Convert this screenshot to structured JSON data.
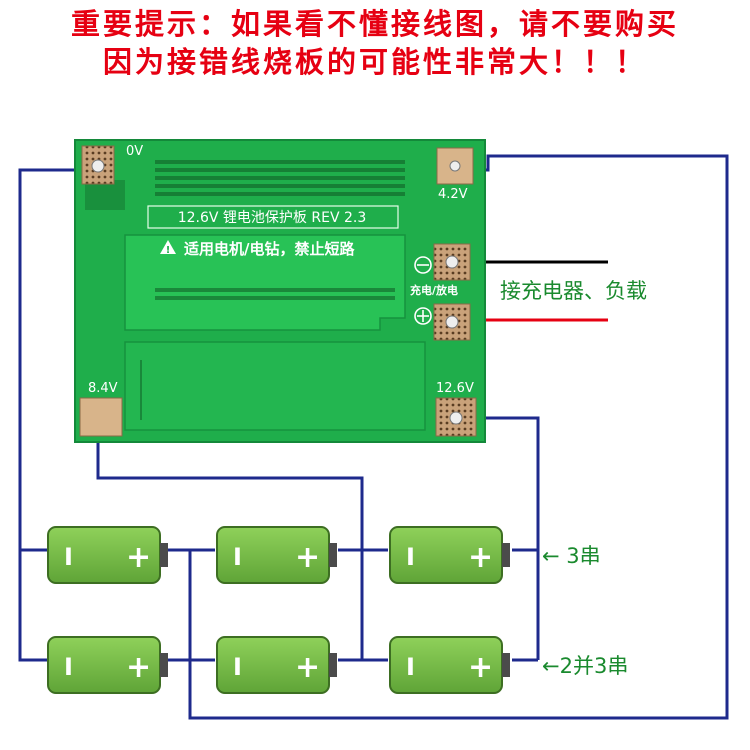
{
  "warning": {
    "line1": "重要提示：如果看不懂接线图，请不要购买",
    "line2": "因为接错线烧板的可能性非常大！！！"
  },
  "board": {
    "title": "12.6V 锂电池保护板 REV 2.3",
    "caution": "适用电机/电钻，禁止短路",
    "pad_0v": "0V",
    "pad_42v": "4.2V",
    "pad_84v": "8.4V",
    "pad_126v": "12.6V",
    "charge_label": "充电/放电",
    "minus_symbol": "−",
    "plus_symbol": "+"
  },
  "annotations": {
    "charger_load": "接充电器、负载",
    "row1": "← 3串",
    "row2": "←2并3串"
  },
  "battery": {
    "minus": "I",
    "plus": "+"
  },
  "colors": {
    "warning": "#e60012",
    "board": "#1fae4b",
    "wire": "#1e2a8c",
    "cell": "#7bbf4a",
    "black_wire": "#000000",
    "red_wire": "#e60012"
  }
}
